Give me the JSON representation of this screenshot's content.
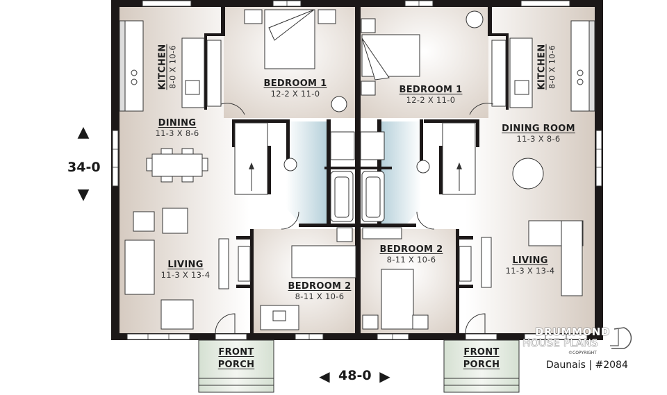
{
  "plan": {
    "title": "Daunais | #2084",
    "brand_line1": "DRUMMOND",
    "brand_line2": "HOUSE PLANS",
    "brand_copyright": "©COPYRIGHT",
    "overall_width": "48-0",
    "overall_depth": "34-0"
  },
  "colors": {
    "wall": "#1c1818",
    "floor_warm": "#d9cec4",
    "floor_light": "#ffffff",
    "bath_tint": "#b9d3dc",
    "porch_tint": "#dde6d9",
    "line": "#333333"
  },
  "left_unit": {
    "kitchen": {
      "name": "KITCHEN",
      "dims": "8-0 X 10-6"
    },
    "bedroom1": {
      "name": "BEDROOM 1",
      "dims": "12-2 X 11-0"
    },
    "dining": {
      "name": "DINING",
      "dims": "11-3 X 8-6"
    },
    "living": {
      "name": "LIVING",
      "dims": "11-3 X 13-4"
    },
    "bedroom2": {
      "name": "BEDROOM 2",
      "dims": "8-11 X 10-6"
    },
    "porch_line1": "FRONT",
    "porch_line2": "PORCH"
  },
  "right_unit": {
    "kitchen": {
      "name": "KITCHEN",
      "dims": "8-0 X 10-6"
    },
    "bedroom1": {
      "name": "BEDROOM 1",
      "dims": "12-2 X 11-0"
    },
    "dining": {
      "name": "DINING ROOM",
      "dims": "11-3 X 8-6"
    },
    "living": {
      "name": "LIVING",
      "dims": "11-3 X 13-4"
    },
    "bedroom2": {
      "name": "BEDROOM 2",
      "dims": "8-11 X 10-6"
    },
    "porch_line1": "FRONT",
    "porch_line2": "PORCH"
  },
  "icons": {
    "up_arrow": "▲",
    "down_arrow": "▼",
    "left_arrow": "◀",
    "right_arrow": "▶"
  }
}
